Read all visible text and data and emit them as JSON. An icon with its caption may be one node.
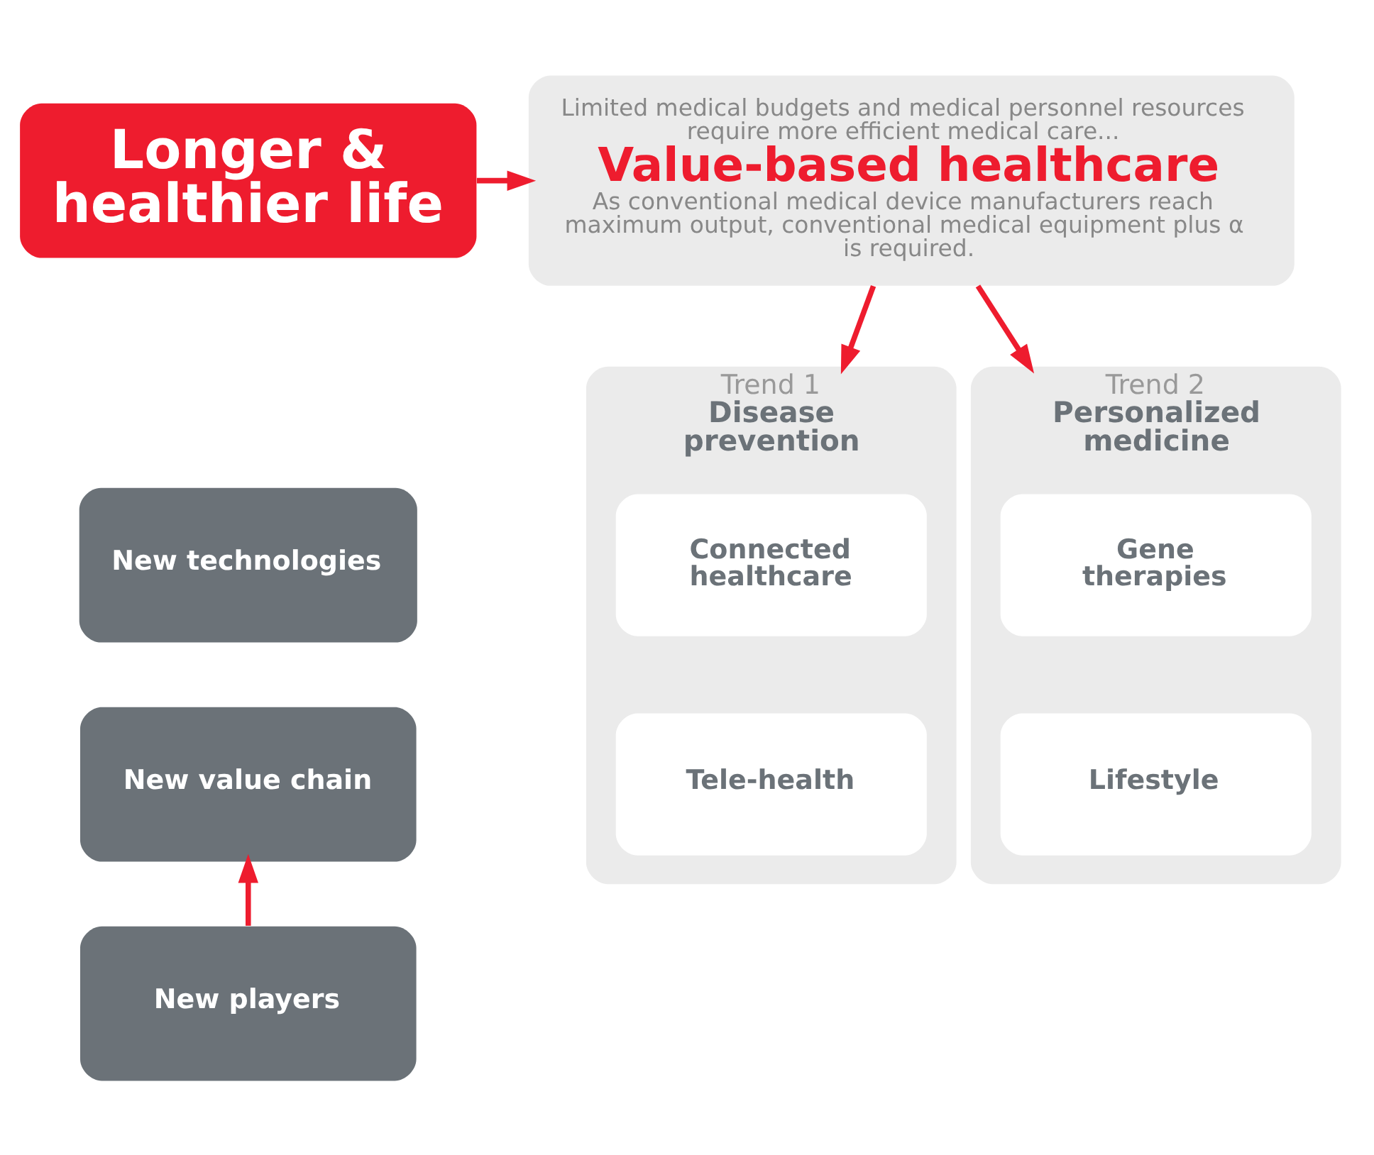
{
  "diagram": {
    "nodes": [
      {
        "text": [
          "Longer & healthier life"
        ]
      },
      {
        "text": [
          "Limited medical budgets and medical personnel resources require more efficient medical care...",
          "Value-based healthcare",
          "As conventional medical device manufacturers reach maximum output, conventional medical equipment plus α is required."
        ]
      },
      {
        "text": [
          "New technologies"
        ]
      },
      {
        "text": [
          "New value chain"
        ]
      },
      {
        "text": [
          "New players"
        ]
      },
      {
        "text": [
          "Trend 1",
          "Disease prevention"
        ]
      },
      {
        "text": [
          "Connected healthcare"
        ],
        "in": 5
      },
      {
        "text": [
          "Tele-health"
        ],
        "in": 5
      },
      {
        "text": [
          "Trend 2",
          "Personalized medicine"
        ]
      },
      {
        "text": [
          "Gene therapies"
        ],
        "in": 8
      },
      {
        "text": [
          "Lifestyle"
        ],
        "in": 8
      }
    ],
    "edges": [
      {
        "from": 0,
        "to": 1,
        "arrow": "to",
        "color": "#ee1c2e"
      },
      {
        "from": 1,
        "to": 5,
        "arrow": "to",
        "color": "#ee1c2e"
      },
      {
        "from": 1,
        "to": 8,
        "arrow": "to",
        "color": "#ee1c2e"
      },
      {
        "from": 4,
        "to": 3,
        "arrow": "to",
        "color": "#ee1c2e"
      }
    ]
  }
}
